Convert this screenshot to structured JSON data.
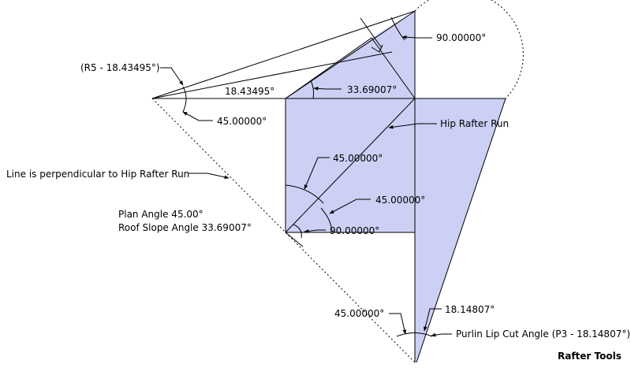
{
  "colors": {
    "face_fill": "#ccd0f5",
    "line": "#000000",
    "background": "#ffffff"
  },
  "labels": {
    "r5_angle": "(R5 - 18.43495°)",
    "angle_18_43495": "18.43495°",
    "angle_45_left": "45.00000°",
    "angle_33_69007": "33.69007°",
    "angle_90_top": "90.00000°",
    "hip_rafter_run": "Hip Rafter Run",
    "perpendicular_note": "Line is perpendicular to Hip Rafter Run",
    "angle_45_center_upper": "45.00000°",
    "angle_45_center_lower": "45.00000°",
    "plan_angle": "Plan Angle 45.00°",
    "roof_slope_angle": "Roof Slope Angle 33.69007°",
    "angle_90_center": "90.00000°",
    "angle_18_14807": "18.14807°",
    "angle_45_bottom": "45.00000°",
    "purlin_lip_cut": "Purlin Lip Cut Angle (P3 - 18.14807°)",
    "brand": "Rafter Tools"
  }
}
